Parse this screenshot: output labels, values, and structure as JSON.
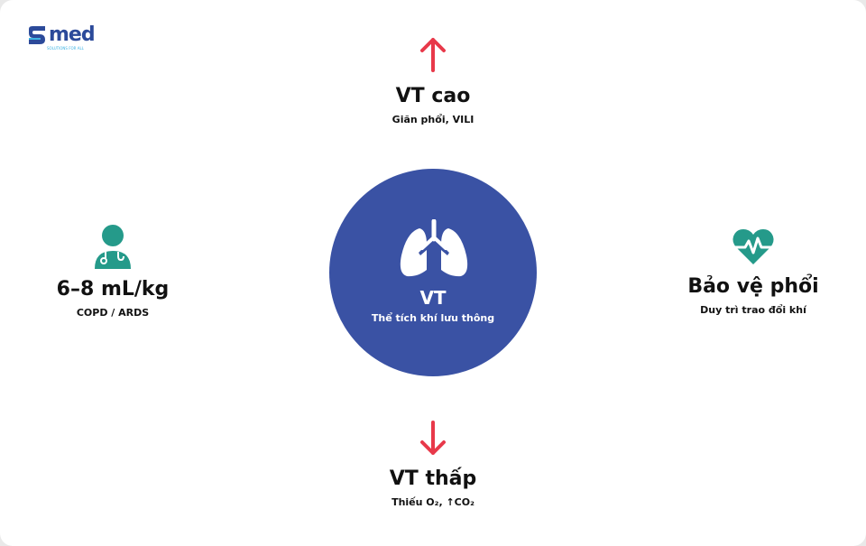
{
  "logo": {
    "name": "med",
    "tagline": "SOLUTIONS FOR ALL"
  },
  "center": {
    "title": "VT",
    "subtitle": "Thể tích khí lưu thông",
    "icon": "lungs-icon",
    "color": "#3a52a4"
  },
  "top": {
    "title": "VT cao",
    "subtitle": "Giãn phổi, VILI",
    "icon": "arrow-up-icon"
  },
  "bottom": {
    "title": "VT thấp",
    "subtitle": "Thiếu O₂, ↑CO₂",
    "icon": "arrow-down-icon"
  },
  "left": {
    "title": "6–8 mL/kg",
    "subtitle": "COPD / ARDS",
    "icon": "doctor-icon"
  },
  "right": {
    "title": "Bảo vệ phổi",
    "subtitle": "Duy trì trao đổi khí",
    "icon": "heartbeat-icon"
  },
  "colors": {
    "accent_red": "#e8394a",
    "teal": "#259a8a"
  }
}
